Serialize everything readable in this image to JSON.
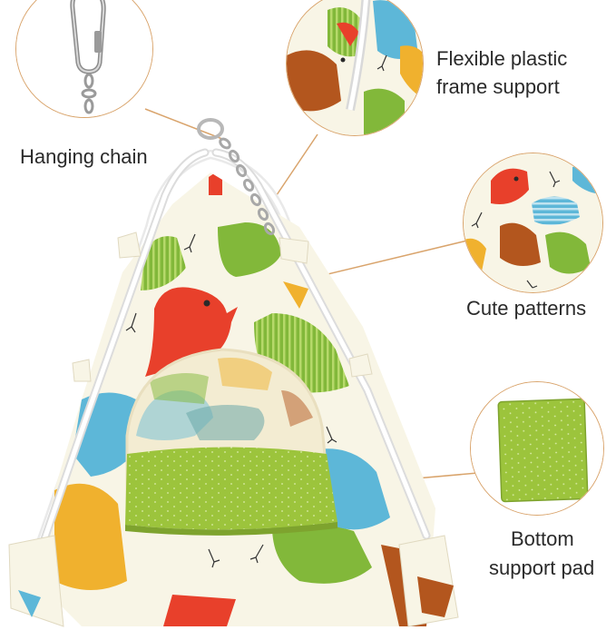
{
  "callouts": {
    "hanging_chain": "Hanging chain",
    "frame_support_line1": "Flexible plastic",
    "frame_support_line2": "frame support",
    "patterns": "Cute patterns",
    "pad_line1": "Bottom",
    "pad_line2": "support pad"
  },
  "colors": {
    "leader_line": "#d9a46c",
    "fabric_bg": "#f8f5e6",
    "pad_green": "#9cc43c",
    "bird_red": "#e8402b",
    "bird_green": "#82b83a",
    "bird_blue": "#5db7d8",
    "bird_orange": "#f0b12e",
    "bird_brown": "#b3561e",
    "frame_white": "#f2f2f2"
  },
  "icons": [
    "carabiner-icon",
    "bird-pattern-icon"
  ]
}
